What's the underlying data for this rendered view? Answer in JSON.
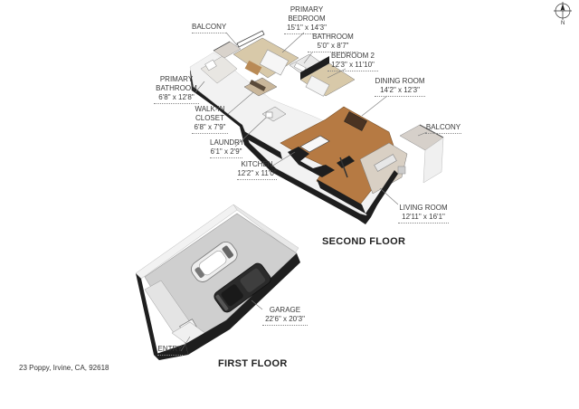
{
  "floors": {
    "second": "SECOND FLOOR",
    "first": "FIRST FLOOR"
  },
  "address": "23 Poppy, Irvine, CA, 92618",
  "compass": {
    "label": "N"
  },
  "rooms": {
    "balcony_left": {
      "name": "BALCONY"
    },
    "primary_bedroom": {
      "name": "PRIMARY",
      "name2": "BEDROOM",
      "dims": "15'1\" x 14'3\""
    },
    "bathroom": {
      "name": "BATHROOM",
      "dims": "5'0\" x 8'7\""
    },
    "bedroom2": {
      "name": "BEDROOM 2",
      "dims": "12'3\" x 11'10\""
    },
    "primary_bathroom": {
      "name": "PRIMARY",
      "name2": "BATHROOM",
      "dims": "6'8\" x 12'8\""
    },
    "dining_room": {
      "name": "DINING ROOM",
      "dims": "14'2\" x 12'3\""
    },
    "walk_in_closet": {
      "name": "WALK-IN",
      "name2": "CLOSET",
      "dims": "6'8\" x 7'9\""
    },
    "balcony_right": {
      "name": "BALCONY"
    },
    "laundry": {
      "name": "LAUNDRY",
      "dims": "6'1\" x 2'9\""
    },
    "kitchen": {
      "name": "KITCHEN",
      "dims": "12'2\" x 11'0\""
    },
    "living_room": {
      "name": "LIVING ROOM",
      "dims": "12'11\" x 16'1\""
    },
    "garage": {
      "name": "GARAGE",
      "dims": "22'6\" x 20'3\""
    },
    "entry": {
      "name": "ENTRY"
    }
  },
  "colors": {
    "floor_wood": "#b67a43",
    "wall_top": "#f4f4f4",
    "wall_side": "#1e1e1e",
    "garage_floor": "#cfcfcf",
    "car_white": "#eeeeee",
    "car_black": "#2b2b2b"
  }
}
